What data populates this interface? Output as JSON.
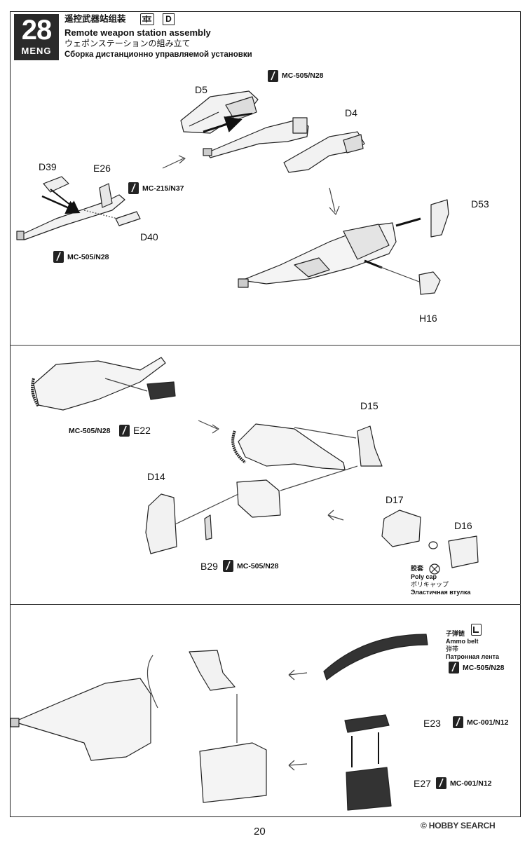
{
  "step": {
    "number": "28",
    "brand": "MENG"
  },
  "titles": {
    "zh": "遥控武器站组装",
    "en": "Remote weapon station assembly",
    "ja": "ウェポンステーションの組み立て",
    "ru": "Сборка дистанционно управляемой установки"
  },
  "header_icons": {
    "letter": "D"
  },
  "parts": {
    "d5": "D5",
    "d4": "D4",
    "d39": "D39",
    "e26": "E26",
    "d40": "D40",
    "d53": "D53",
    "h16": "H16",
    "e22": "E22",
    "d15": "D15",
    "d14": "D14",
    "b29": "B29",
    "d17": "D17",
    "d16": "D16",
    "e23": "E23",
    "e27": "E27"
  },
  "paints": {
    "p1": "MC-505/N28",
    "p2": "MC-215/N37",
    "p3": "MC-505/N28",
    "p4": "MC-505/N28",
    "p5": "MC-505/N28",
    "p6": "MC-505/N28",
    "p7": "MC-001/N12",
    "p8": "MC-001/N12"
  },
  "polycap": {
    "zh": "胶套",
    "en": "Poly cap",
    "ja": "ポリキャップ",
    "ru": "Эластичная втулка"
  },
  "ammo_belt": {
    "zh": "子弹链",
    "en": "Ammo belt",
    "ja": "弾帯",
    "ru": "Патронная лента"
  },
  "footer": {
    "page": "20",
    "watermark": "HOBBY SEARCH"
  }
}
